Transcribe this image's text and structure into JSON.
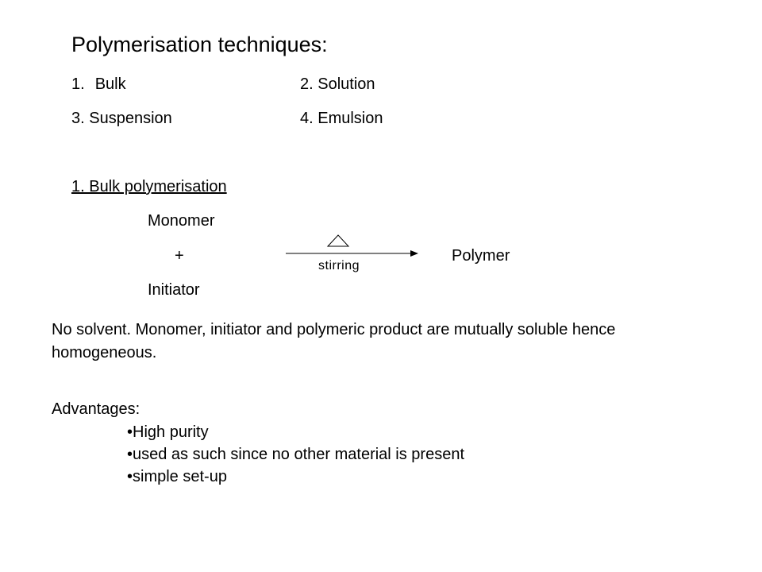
{
  "title": "Polymerisation techniques:",
  "techniques": [
    {
      "number": "1.",
      "label": "Bulk"
    },
    {
      "label": "2. Solution"
    },
    {
      "label": "3. Suspension"
    },
    {
      "label": "4. Emulsion"
    }
  ],
  "section_heading": "1. Bulk polymerisation",
  "reaction": {
    "reactant_1": "Monomer",
    "plus": "+",
    "reactant_2": "Initiator",
    "condition": "stirring",
    "product": "Polymer",
    "heat_symbol": "triangle-heat-icon"
  },
  "description": "No solvent. Monomer, initiator and polymeric product are mutually soluble hence homogeneous.",
  "advantages": {
    "heading": "Advantages:",
    "items": [
      "•High purity",
      "•used as such since no other material is present",
      "•simple set-up"
    ]
  }
}
